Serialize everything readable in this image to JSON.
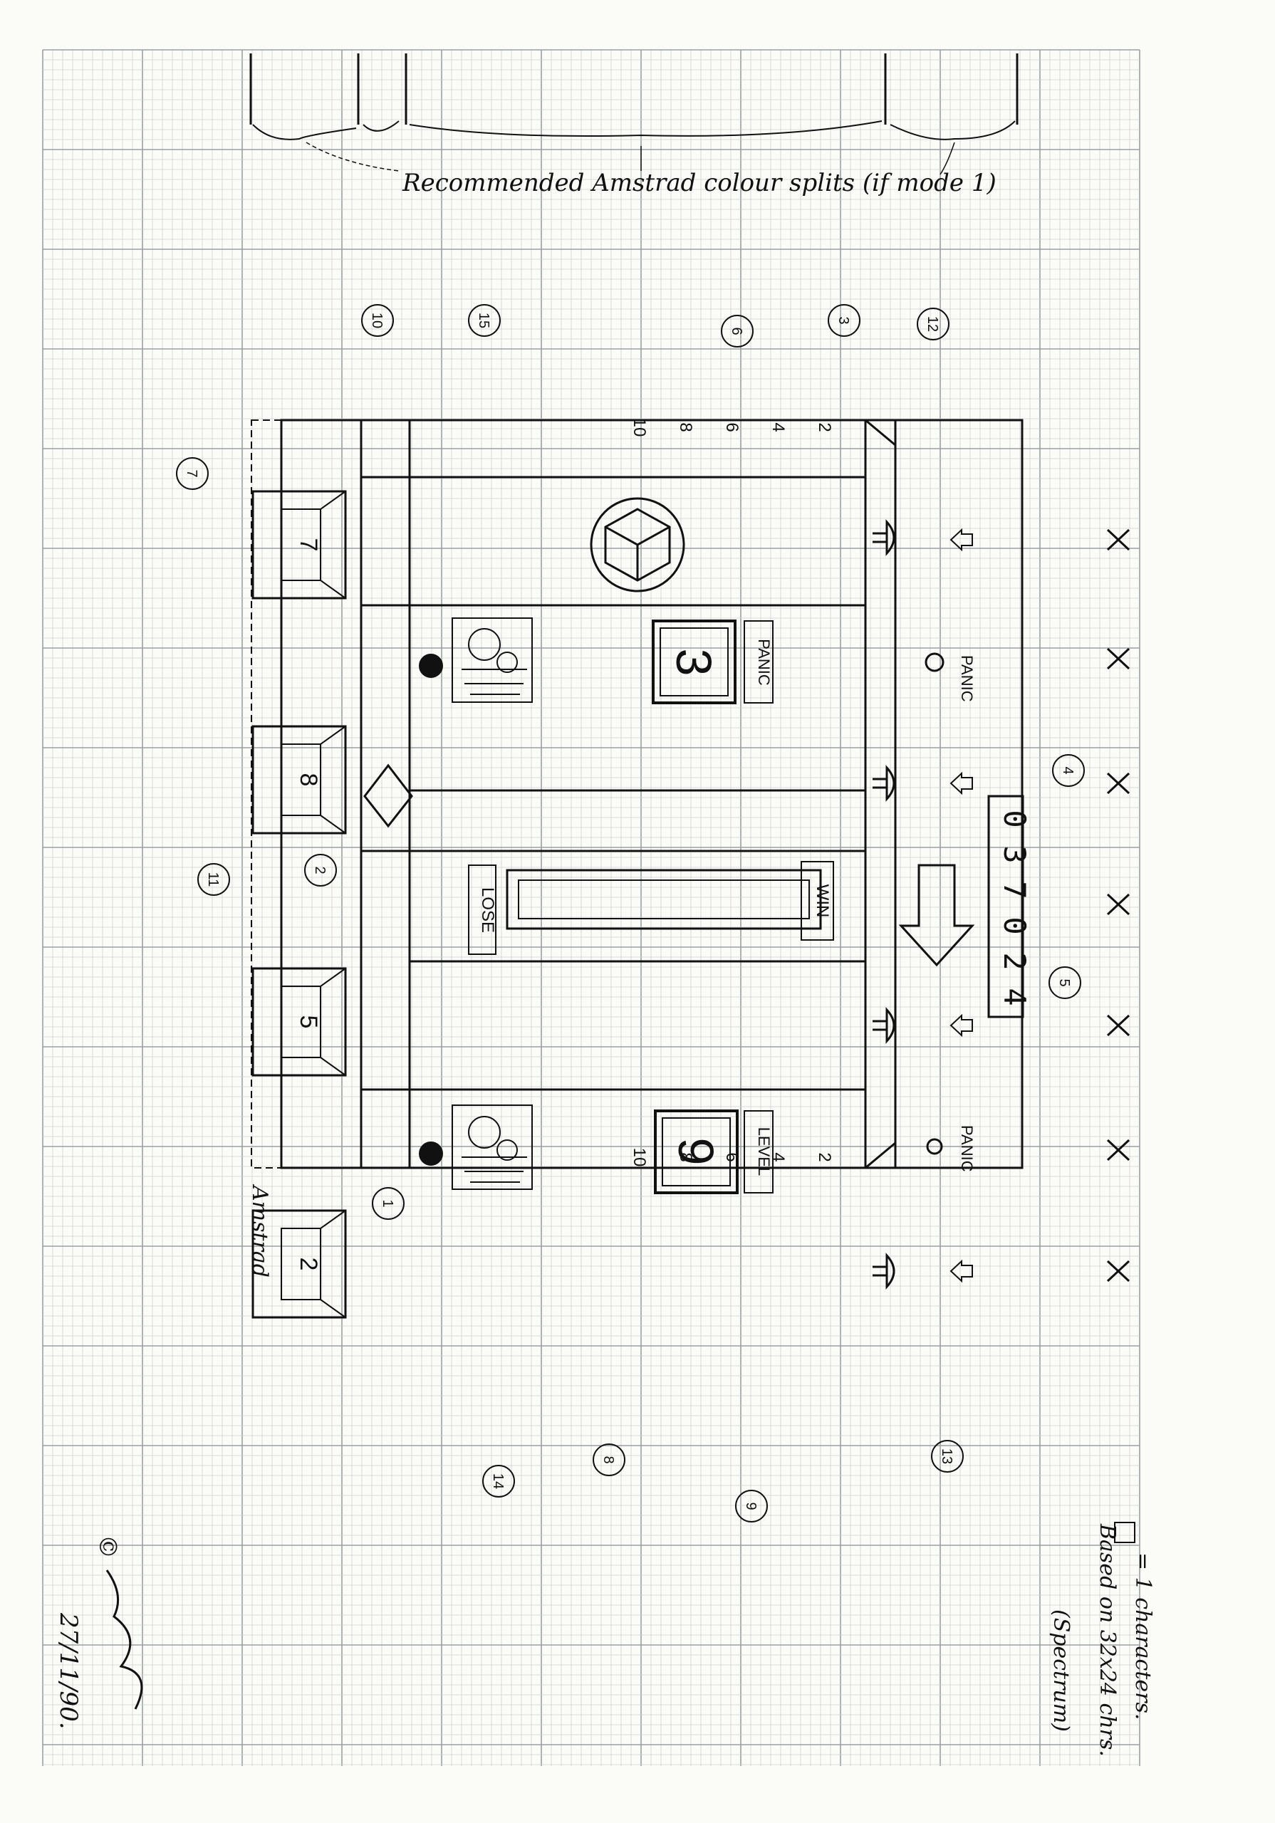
{
  "header_note": "Recommended Amstrad colour splits (if mode 1)",
  "legend": {
    "char_note": "= 1 characters.",
    "based_on": "Based on 32x24 chrs.",
    "platform": "(Spectrum)"
  },
  "signature": {
    "copyright": "©",
    "date": "27/11/90."
  },
  "amstrad_label": "Amstrad",
  "score": {
    "digits": [
      "0",
      "3",
      "7",
      "0",
      "2",
      "4"
    ]
  },
  "panic_labels": [
    "PANIC",
    "PANIC"
  ],
  "panic_box_label": "PANIC",
  "panic_box_value": "3",
  "level_box_label": "LEVEL",
  "level_box_value": "9",
  "meter": {
    "lose_label": "LOSE",
    "win_label": "WIN"
  },
  "bottom_buttons": [
    "7",
    "8",
    "5",
    "2"
  ],
  "scale_ticks": [
    "2",
    "4",
    "6",
    "8",
    "10"
  ],
  "callouts": [
    "1",
    "2",
    "3",
    "4",
    "5",
    "6",
    "7",
    "8",
    "9",
    "10",
    "11",
    "12",
    "13",
    "14",
    "15"
  ],
  "colors": {
    "ink": "#111111",
    "grid_major": "#9aa0a0",
    "grid_minor": "#cfd3d2",
    "paper": "#fbfbf8"
  }
}
